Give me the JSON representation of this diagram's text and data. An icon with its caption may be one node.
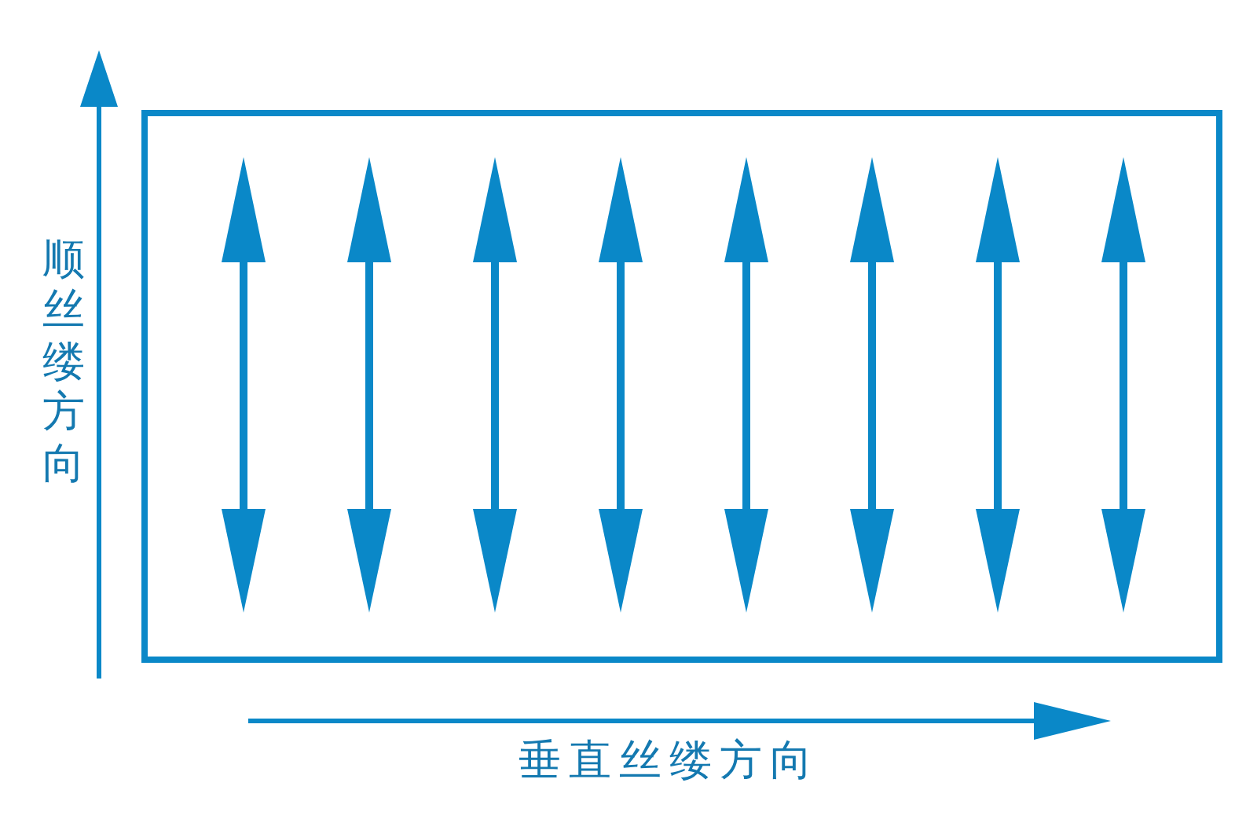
{
  "diagram": {
    "nodes": [
      {
        "text": [],
        "shape": "box"
      }
    ],
    "labels": [
      "顺丝缕方向",
      "垂直丝缕方向"
    ]
  }
}
